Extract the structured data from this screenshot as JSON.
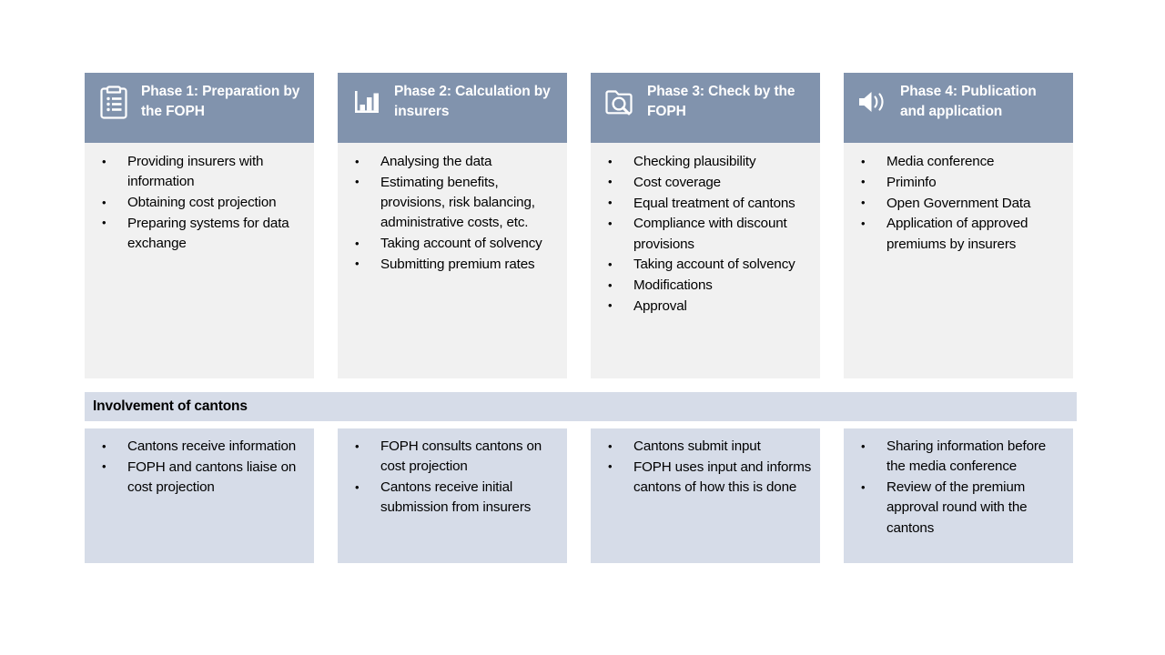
{
  "diagram": {
    "phases": [
      {
        "icon": "clipboard-icon",
        "title": "Phase 1: Preparation by the FOPH",
        "items": [
          "Providing insurers with information",
          "Obtaining cost projection",
          "Preparing systems for data exchange"
        ]
      },
      {
        "icon": "bar-chart-icon",
        "title": "Phase 2: Calculation by insurers",
        "items": [
          "Analysing the data",
          "Estimating benefits, provisions, risk balancing, administrative costs, etc.",
          "Taking account of solvency",
          "Submitting premium rates"
        ]
      },
      {
        "icon": "folder-search-icon",
        "title": "Phase 3: Check by the FOPH",
        "items": [
          "Checking plausibility",
          "Cost coverage",
          "Equal treatment of cantons",
          "Compliance with discount provisions",
          "Taking account of solvency",
          "Modifications",
          "Approval"
        ]
      },
      {
        "icon": "speaker-icon",
        "title": "Phase 4: Publication and application",
        "items": [
          "Media conference",
          "Priminfo",
          "Open Government Data",
          "Application of approved premiums by insurers"
        ]
      }
    ],
    "cantons_band_label": "Involvement of cantons",
    "cantons": [
      {
        "items": [
          "Cantons receive information",
          "FOPH and cantons liaise on cost projection"
        ]
      },
      {
        "items": [
          "FOPH consults cantons on cost projection",
          "Cantons receive initial submission from insurers"
        ]
      },
      {
        "items": [
          "Cantons submit input",
          "FOPH uses input and informs cantons of how this is done"
        ]
      },
      {
        "items": [
          "Sharing information before the media conference",
          "Review of the premium approval round with the cantons"
        ]
      }
    ]
  },
  "colors": {
    "header_blue": "#8193ad",
    "body_gray": "#f1f1f1",
    "cantons_blue": "#d6dce8",
    "text": "#000000",
    "header_text": "#ffffff"
  }
}
